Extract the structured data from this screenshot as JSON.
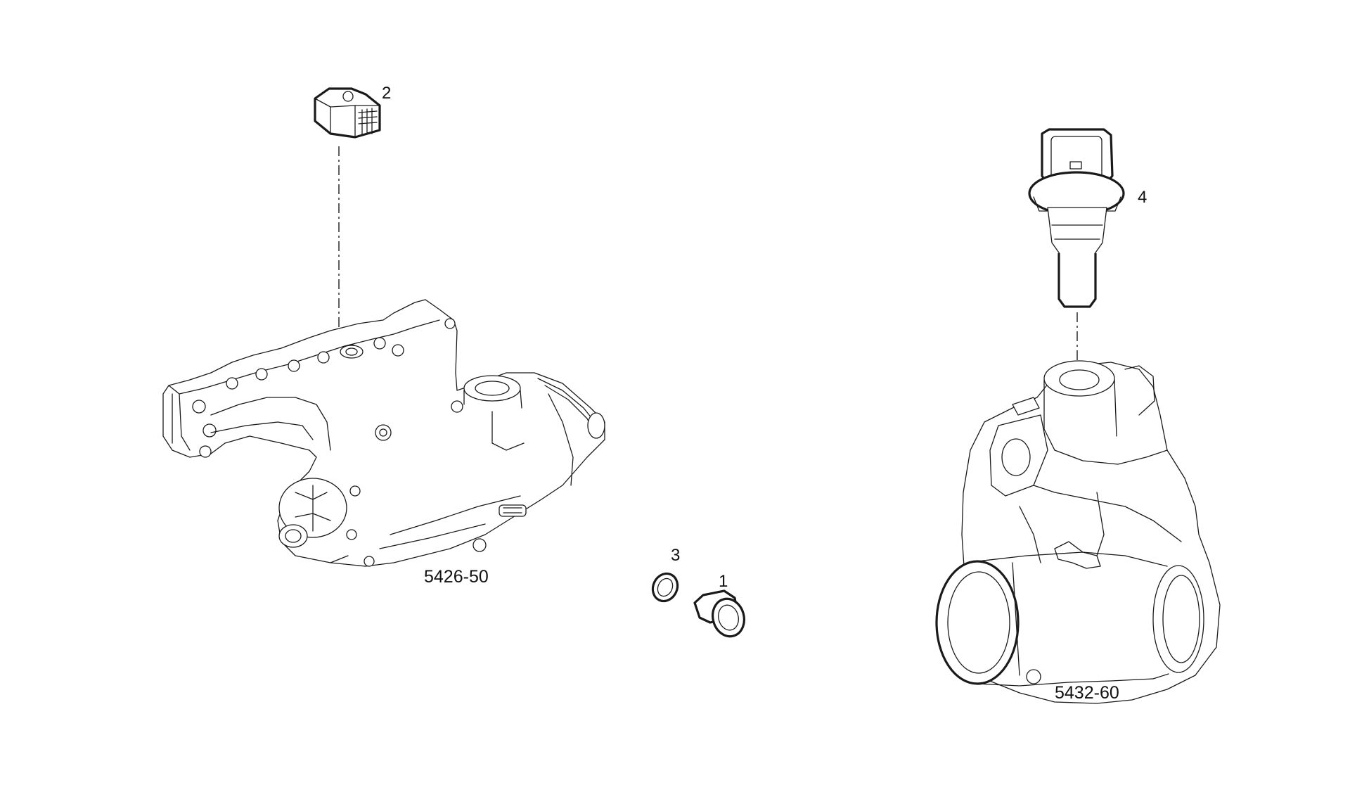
{
  "callouts": {
    "c1": "1",
    "c2": "2",
    "c3": "3",
    "c4": "4"
  },
  "reference_numbers": {
    "intake_manifold": "5426-50",
    "thermostat_housing": "5432-60"
  },
  "colors": {
    "line": "#1a1a1a",
    "background": "#ffffff"
  }
}
